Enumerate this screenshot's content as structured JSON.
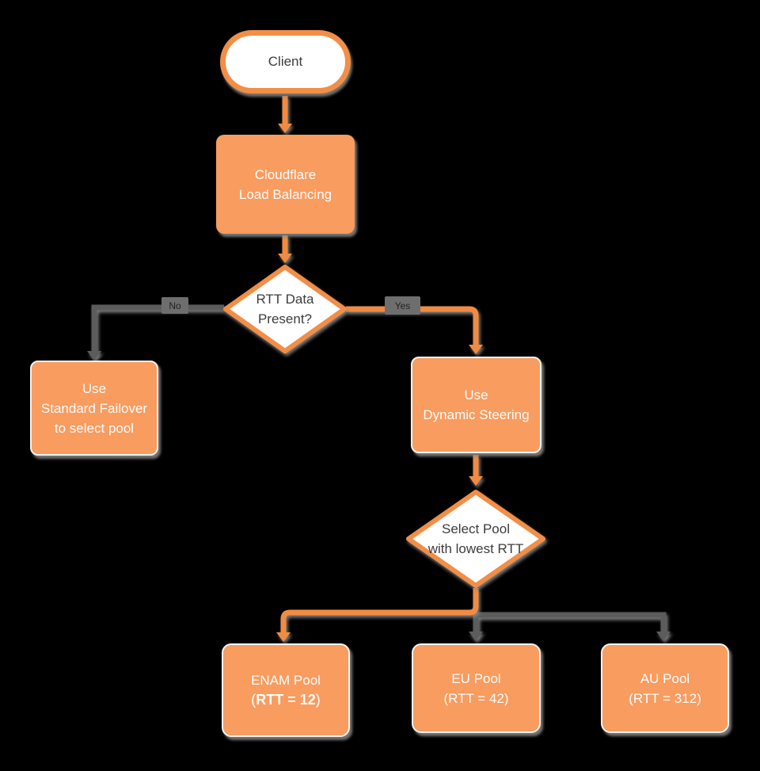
{
  "colors": {
    "background": "#000000",
    "node_fill_orange": "#F89C5F",
    "node_fill_white": "#FFFFFF",
    "node_border_orange": "#F28E46",
    "node_border_white": "#F4F4F4",
    "line_orange": "#F28B43",
    "line_gray": "#5C5C5C",
    "shadow_gray": "#8A8A8A",
    "text_dark": "#3C3C3C",
    "text_light": "#FCFCFC",
    "edge_chip_bg": "#6E6E6E",
    "edge_chip_text": "#222222"
  },
  "nodes": {
    "client": {
      "label": "Client"
    },
    "load_balancing": {
      "line1": "Cloudflare",
      "line2": "Load Balancing"
    },
    "rtt_decision": {
      "line1": "RTT Data",
      "line2": "Present?"
    },
    "standard_failover": {
      "line1": "Use",
      "line2": "Standard Failover",
      "line3": "to select pool"
    },
    "dynamic_steering": {
      "line1": "Use",
      "line2": "Dynamic Steering"
    },
    "select_pool": {
      "line1": "Select Pool",
      "line2": "with lowest RTT"
    },
    "enam_pool": {
      "line1": "ENAM Pool",
      "line2_open": "(",
      "line2_bold": "RTT = 12",
      "line2_close": ")"
    },
    "eu_pool": {
      "line1": "EU Pool",
      "line2": "(RTT = 42)"
    },
    "au_pool": {
      "line1": "AU Pool",
      "line2": "(RTT = 312)"
    }
  },
  "edge_labels": {
    "no": "No",
    "yes": "Yes"
  },
  "connections": [
    {
      "from": "client",
      "to": "load_balancing",
      "color": "orange"
    },
    {
      "from": "load_balancing",
      "to": "rtt_decision",
      "color": "orange"
    },
    {
      "from": "rtt_decision",
      "to": "standard_failover",
      "label": "No",
      "color": "gray"
    },
    {
      "from": "rtt_decision",
      "to": "dynamic_steering",
      "label": "Yes",
      "color": "orange"
    },
    {
      "from": "dynamic_steering",
      "to": "select_pool",
      "color": "orange"
    },
    {
      "from": "select_pool",
      "to": "enam_pool",
      "color": "orange"
    },
    {
      "from": "select_pool",
      "to": "eu_pool",
      "color": "gray"
    },
    {
      "from": "select_pool",
      "to": "au_pool",
      "color": "gray"
    }
  ]
}
